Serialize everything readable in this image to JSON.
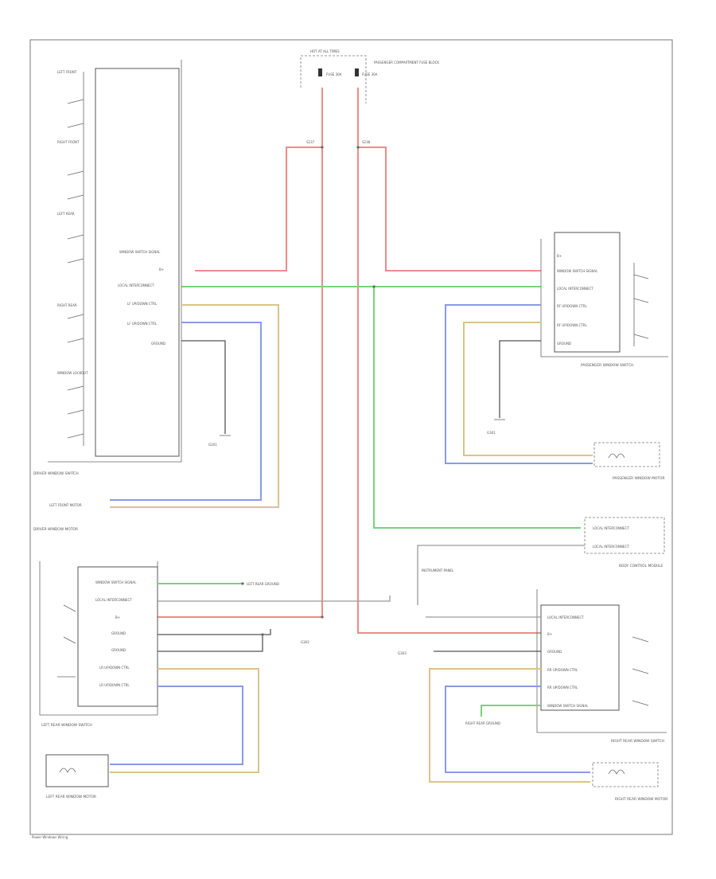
{
  "page_label": "Power Windows Wiring",
  "fuse_block": {
    "title": "HOT AT ALL TIMES",
    "fuse_left": "FUSE 30A",
    "fuse_right": "FUSE 30A",
    "caption": "PASSENGER COMPARTMENT FUSE BLOCK"
  },
  "splices": {
    "left": "S237",
    "right": "S238"
  },
  "driver_switch": {
    "title": "DRIVER WINDOW SWITCH",
    "pins": [
      "WINDOW SWITCH SIGNAL",
      "B+",
      "LOCAL INTERCONNECT",
      "LF UP/DOWN CTRL",
      "LF UP/DOWN CTRL",
      "GROUND"
    ],
    "sub_switches": [
      "LEFT FRONT",
      "RIGHT FRONT",
      "LEFT REAR",
      "RIGHT REAR",
      "WINDOW LOCKOUT"
    ]
  },
  "driver_motor": {
    "title": "DRIVER WINDOW MOTOR",
    "label": "LEFT FRONT MOTOR"
  },
  "passenger_switch": {
    "title": "PASSENGER WINDOW SWITCH",
    "pins": [
      "B+",
      "WINDOW SWITCH SIGNAL",
      "LOCAL INTERCONNECT",
      "RF UP/DOWN CTRL",
      "RF UP/DOWN CTRL",
      "GROUND"
    ]
  },
  "passenger_motor": {
    "title": "PASSENGER WINDOW MOTOR"
  },
  "body_control": {
    "title": "BODY CONTROL MODULE",
    "pins": [
      "LOCAL INTERCONNECT",
      "LOCAL INTERCONNECT"
    ]
  },
  "left_rear_switch": {
    "title": "LEFT REAR WINDOW SWITCH",
    "pins": [
      "WINDOW SWITCH SIGNAL",
      "LOCAL INTERCONNECT",
      "B+",
      "GROUND",
      "GROUND",
      "LR UP/DOWN CTRL",
      "LR UP/DOWN CTRL"
    ]
  },
  "left_rear_motor": {
    "title": "LEFT REAR WINDOW MOTOR"
  },
  "right_rear_switch": {
    "title": "RIGHT REAR WINDOW SWITCH",
    "pins": [
      "LOCAL INTERCONNECT",
      "B+",
      "GROUND",
      "RR UP/DOWN CTRL",
      "RR UP/DOWN CTRL",
      "WINDOW SWITCH SIGNAL"
    ]
  },
  "right_rear_motor": {
    "title": "RIGHT REAR WINDOW MOTOR"
  },
  "grounds": {
    "g1": "G201",
    "g2": "G301",
    "g3": "G302",
    "g4": "G303"
  },
  "notes": {
    "left_rear_ground": "LEFT REAR GROUND",
    "right_rear_ground": "RIGHT REAR GROUND",
    "instrument": "INSTRUMENT PANEL"
  },
  "wire_colors": {
    "red": "#f08a8a",
    "green": "#7ad27a",
    "blue": "#8a9ae8",
    "tan": "#d9c48a"
  }
}
